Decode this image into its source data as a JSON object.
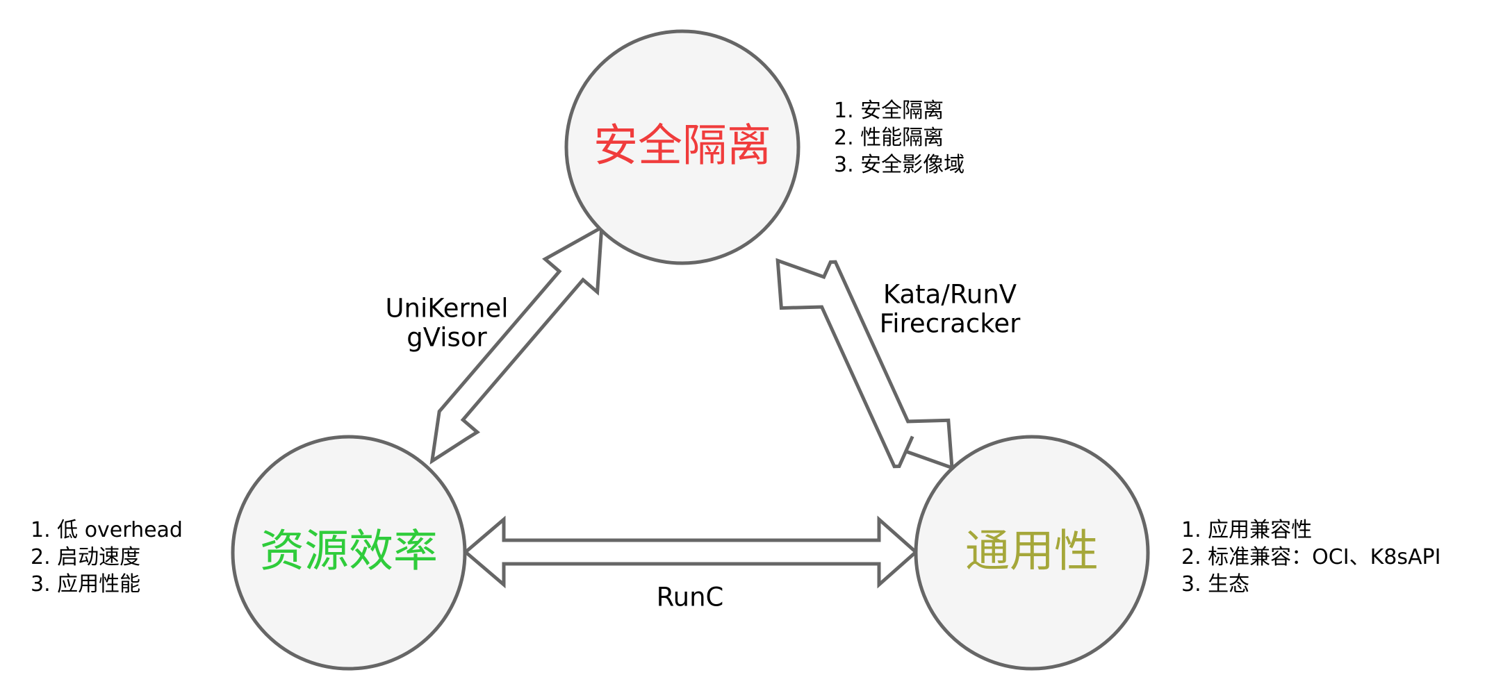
{
  "nodes": {
    "security": {
      "title": "安全隔离",
      "color": "#f03c3c"
    },
    "efficiency": {
      "title": "资源效率",
      "color": "#2fcc3b"
    },
    "generality": {
      "title": "通用性",
      "color": "#a5a73a"
    }
  },
  "edges": {
    "security_efficiency": {
      "line1": "UniKernel",
      "line2": "gVisor"
    },
    "security_generality": {
      "line1": "Kata/RunV",
      "line2": "Firecracker"
    },
    "efficiency_generality": {
      "line1": "RunC"
    }
  },
  "notes": {
    "security": [
      "1. 安全隔离",
      "2. 性能隔离",
      "3. 安全影像域"
    ],
    "efficiency": [
      "1. 低 overhead",
      "2. 启动速度",
      "3. 应用性能"
    ],
    "generality": [
      "1. 应用兼容性",
      "2. 标准兼容：OCI、K8sAPI",
      "3. 生态"
    ]
  }
}
